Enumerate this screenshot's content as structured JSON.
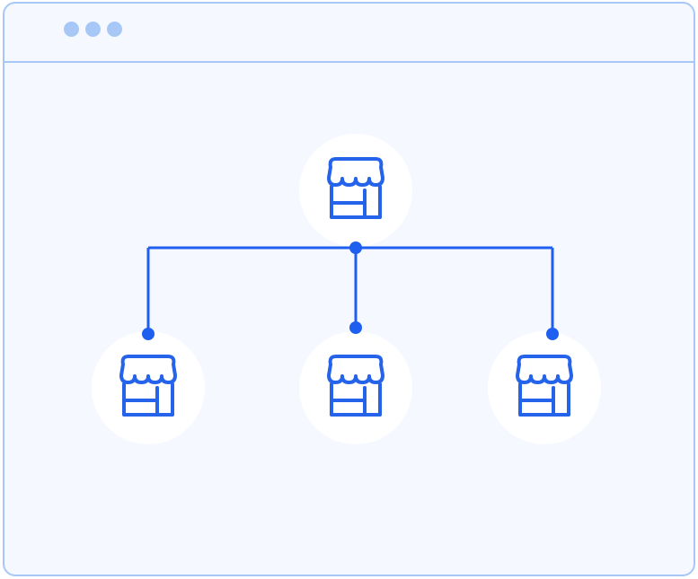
{
  "window": {
    "frame_color": "#a7c8f6",
    "background_color": "#f5f8ff"
  },
  "titlebar": {
    "dots": [
      "window-dot",
      "window-dot",
      "window-dot"
    ]
  },
  "diagram": {
    "accent_color": "#2563eb",
    "connector_color": "#1f5ff0",
    "node_fill": "#ffffff",
    "root": {
      "icon": "storefront-icon"
    },
    "children": [
      {
        "icon": "storefront-icon"
      },
      {
        "icon": "storefront-icon"
      },
      {
        "icon": "storefront-icon"
      }
    ]
  }
}
